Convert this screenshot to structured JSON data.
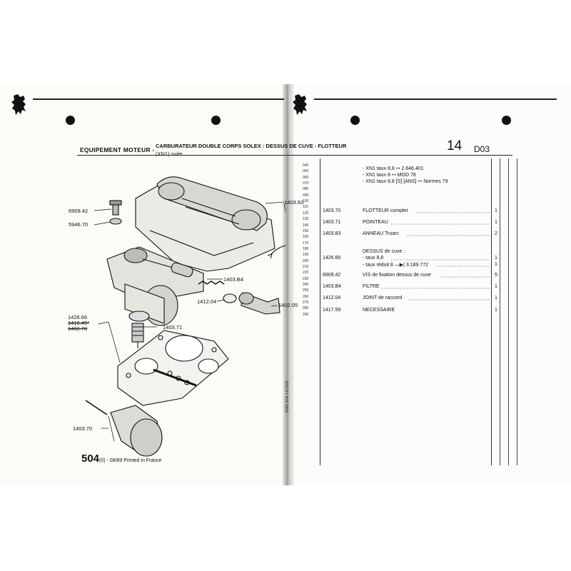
{
  "header": {
    "left": "EQUIPEMENT MOTEUR -",
    "title_line1": "CARBURATEUR DOUBLE CORPS SOLEX : DESSUS DE CUVE - FLOTTEUR",
    "title_line2": "(XN1) suite",
    "section": "14",
    "group": "D03"
  },
  "line_numbers": [
    "040",
    "050",
    "060",
    "070",
    "080",
    "090",
    "100",
    "110",
    "120",
    "130",
    "140",
    "150",
    "160",
    "170",
    "180",
    "190",
    "200",
    "210",
    "220",
    "230",
    "240",
    "250",
    "260",
    "270",
    "280",
    "290"
  ],
  "notes": [
    "- XN1 taux 8,8 ↦ 2.646.401",
    "- XN1 taux 8 ↦ MOD 78",
    "- XN1 taux 8,8 [S] [ANS] ↦ Normes 79"
  ],
  "parts": [
    {
      "ref": "1403.70",
      "desc": "FLOTTEUR complet",
      "qty": "1"
    },
    {
      "ref": "1403.71",
      "desc": "POINTEAU",
      "qty": "1"
    },
    {
      "ref": "1403.83",
      "desc": "ANNEAU Truarc",
      "qty": "2"
    },
    {
      "ref": "",
      "desc": "DESSUS de cuve :",
      "qty": ""
    },
    {
      "ref": "1426.66",
      "desc": "- taux 8,8",
      "qty": "1"
    },
    {
      "ref": "",
      "desc": "- taux réduit 8 —▶| 3.189.772",
      "qty": "1"
    },
    {
      "ref": "6909.42",
      "desc": "VIS de fixation dessus de cuve",
      "qty": "5"
    },
    {
      "ref": "1403.B4",
      "desc": "FILTRE",
      "qty": "1"
    },
    {
      "ref": "1412.04",
      "desc": "JOINT de raccord",
      "qty": "1"
    },
    {
      "ref": "1417.59",
      "desc": "NECESSAIRE",
      "qty": "1"
    }
  ],
  "callouts": {
    "c1": "6909.42",
    "c2": "5946.70",
    "c3": "1403.83",
    "c4": "1403.B4",
    "c5": "1412.04",
    "c6": "1402.05",
    "c7": "1426.66",
    "c8": "1416.45*",
    "c9": "1402.78",
    "c10": "1403.71",
    "c11": "1403.70"
  },
  "footer": {
    "page": "504",
    "suffix": "(0) - 08/89 Printed in France"
  },
  "vertical_text": "8/89   504   14.D03"
}
